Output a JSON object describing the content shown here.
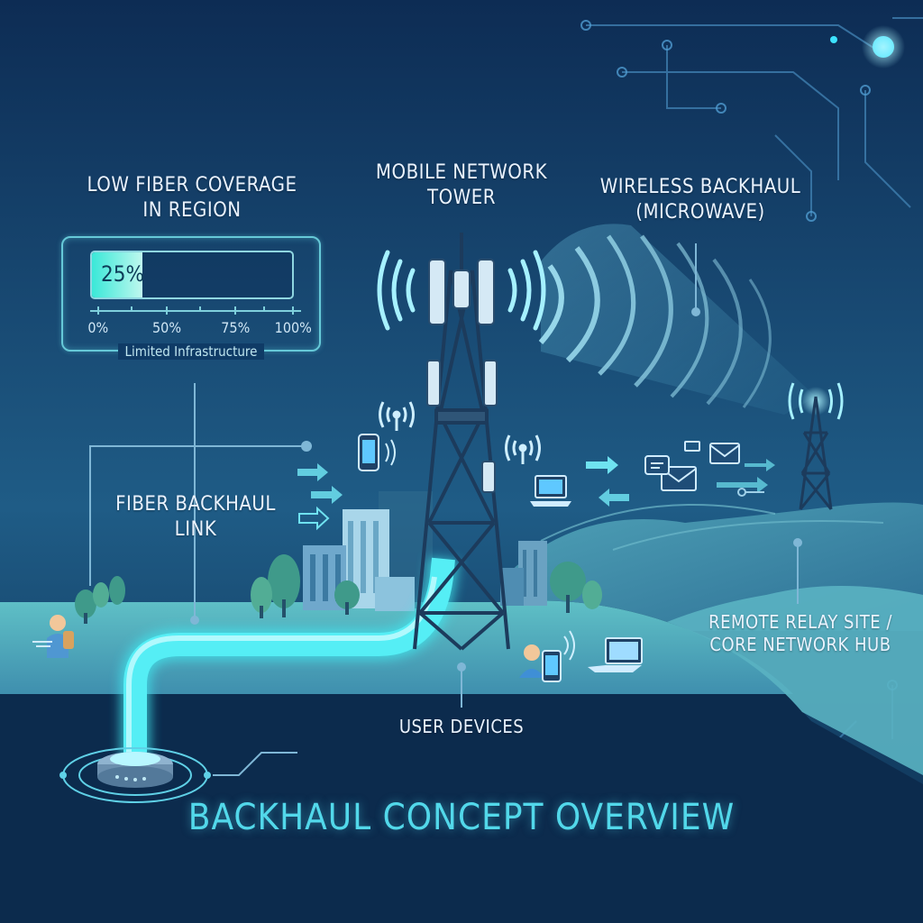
{
  "labels": {
    "low_fiber": [
      "LOW FIBER COVERAGE",
      "IN REGION"
    ],
    "tower": [
      "MOBILE NETWORK",
      "TOWER"
    ],
    "wireless": [
      "WIRELESS BACKHAUL",
      "(MICROWAVE)"
    ],
    "fiber_link": [
      "FIBER BACKHAUL",
      "LINK"
    ],
    "remote": [
      "REMOTE RELAY SITE /",
      "CORE NETWORK HUB"
    ],
    "user_devices": "USER DEVICES"
  },
  "gauge": {
    "value_text": "25%",
    "fraction": 0.25,
    "ticks": [
      "0%",
      "50%",
      "75%",
      "100%"
    ],
    "caption": "Limited Infrastructure"
  },
  "title": "BACKHAUL CONCEPT OVERVIEW",
  "colors": {
    "background": "#0c2d52",
    "accent": "#52d8ea",
    "fiber": "#3fe9f0",
    "hill": "#4fa8b8"
  },
  "icons": [
    "antenna-icon",
    "smartphone-icon",
    "laptop-icon",
    "envelope-icon",
    "chat-icon",
    "person-icon",
    "tree-icon",
    "building-icon",
    "arrow-icon"
  ]
}
